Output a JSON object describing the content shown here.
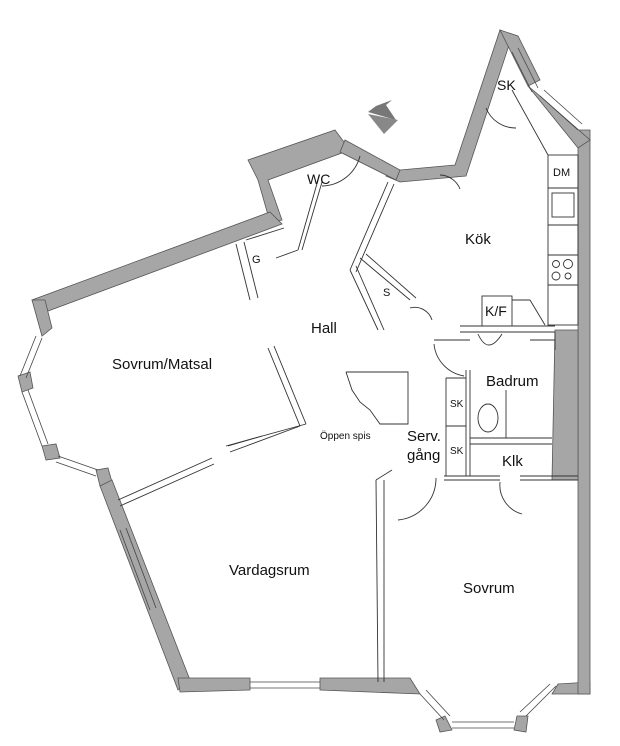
{
  "plan": {
    "wall_color": "#a6a6a6",
    "line_color": "#333333",
    "background": "#ffffff",
    "north_arrow": "arrow-icon"
  },
  "rooms": {
    "sk_top": "SK",
    "wc": "WC",
    "dm": "DM",
    "kok": "Kök",
    "g": "G",
    "s": "S",
    "kf": "K/F",
    "hall": "Hall",
    "sovrum_matsal": "Sovrum/Matsal",
    "badrum": "Badrum",
    "sk_upper": "SK",
    "sk_lower": "SK",
    "oppen_spis": "Öppen spis",
    "serv_line1": "Serv.",
    "serv_line2": "gång",
    "klk": "Klk",
    "vardagsrum": "Vardagsrum",
    "sovrum": "Sovrum"
  }
}
